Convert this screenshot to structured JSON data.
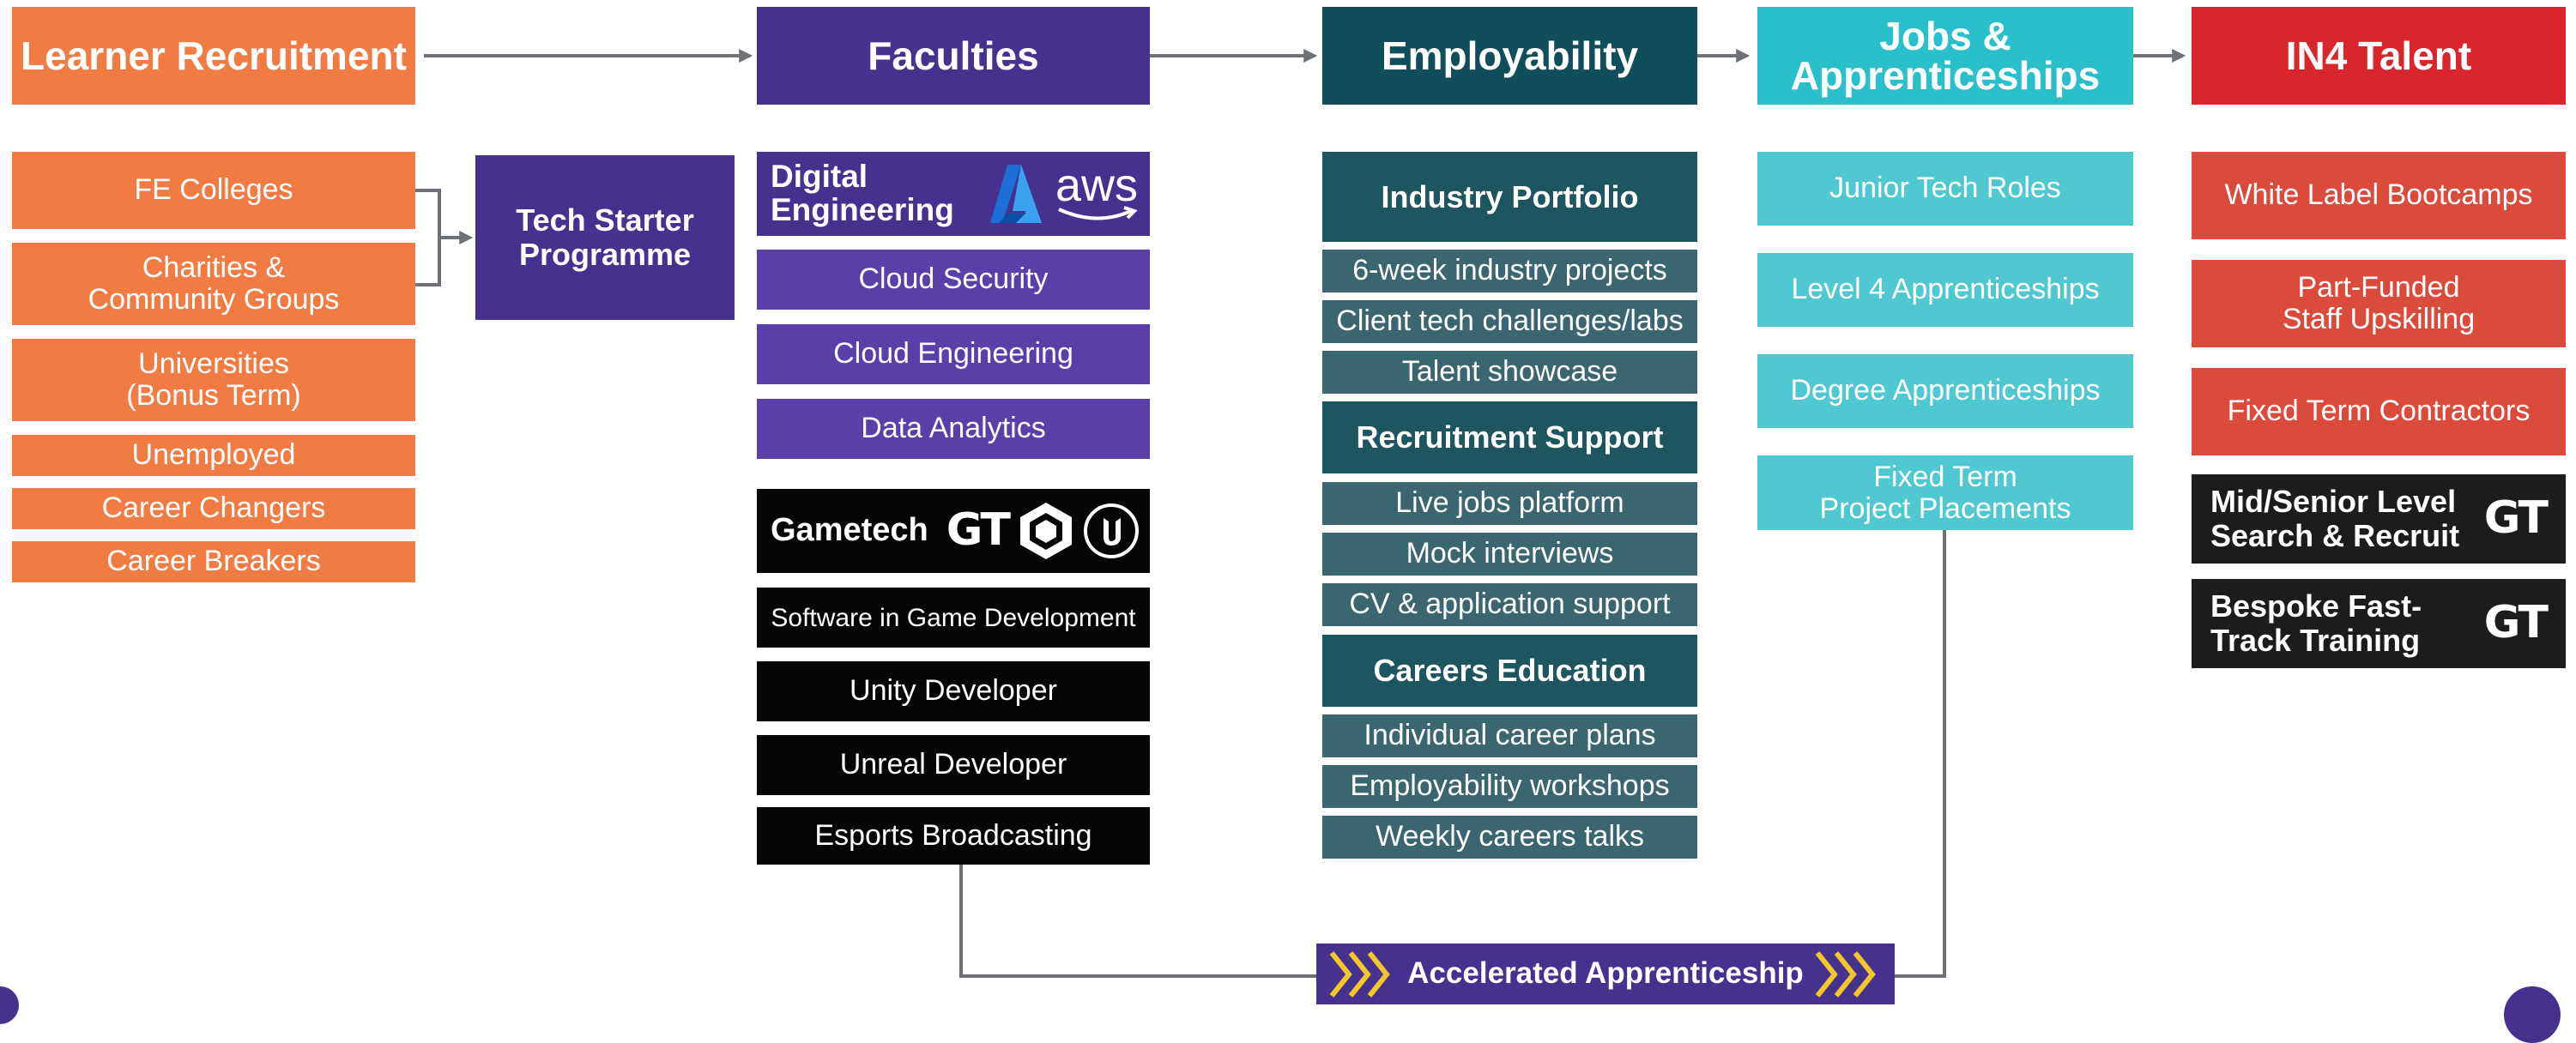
{
  "colors": {
    "orange": "#f07c44",
    "purple_dark": "#46318f",
    "purple_mid": "#5a3fa8",
    "black": "#050505",
    "teal_dark": "#0f4e5a",
    "teal_item": "#3b6570",
    "teal_section": "#1d5660",
    "cyan": "#29bfcb",
    "cyan_item": "#4fc8d1",
    "red": "#d9262c",
    "red_item": "#db4b3b",
    "charcoal": "#1c1c1c",
    "connector": "#6e7277",
    "arrow_yellow": "#f1c82b"
  },
  "headers": {
    "learner_recruitment": "Learner Recruitment",
    "faculties": "Faculties",
    "employability": "Employability",
    "jobs": "Jobs &\nApprenticeships",
    "in4": "IN4 Talent"
  },
  "recruitment_items": [
    "FE Colleges",
    "Charities &\nCommunity Groups",
    "Universities\n(Bonus Term)",
    "Unemployed",
    "Career Changers",
    "Career Breakers"
  ],
  "tech_starter": "Tech Starter\nProgramme",
  "digital_engineering": {
    "title": "Digital\nEngineering",
    "logo_text": "aws",
    "icons": [
      "azure-icon",
      "aws-logo-icon"
    ],
    "items": [
      "Cloud Security",
      "Cloud Engineering",
      "Data Analytics"
    ]
  },
  "gametech": {
    "title": "Gametech",
    "logo_text": "GT",
    "icons": [
      "gametech-logo-icon",
      "unity-icon",
      "unreal-icon"
    ],
    "items": [
      "Software in Game Development",
      "Unity Developer",
      "Unreal Developer",
      "Esports Broadcasting"
    ]
  },
  "employability": {
    "sections": [
      {
        "title": "Industry Portfolio",
        "items": [
          "6-week industry projects",
          "Client tech challenges/labs",
          "Talent showcase"
        ]
      },
      {
        "title": "Recruitment Support",
        "items": [
          "Live jobs platform",
          "Mock interviews",
          "CV & application support"
        ]
      },
      {
        "title": "Careers Education",
        "items": [
          "Individual career plans",
          "Employability workshops",
          "Weekly careers talks"
        ]
      }
    ]
  },
  "jobs_items": [
    "Junior Tech Roles",
    "Level 4 Apprenticeships",
    "Degree Apprenticeships",
    "Fixed Term\nProject Placements"
  ],
  "in4_items": [
    "White Label Bootcamps",
    "Part-Funded\nStaff Upskilling",
    "Fixed Term Contractors"
  ],
  "in4_gt_items": [
    "Mid/Senior Level\nSearch & Recruit",
    "Bespoke Fast-\nTrack Training"
  ],
  "gt_logo_text": "GT",
  "accelerated": {
    "label": "Accelerated Apprenticeship",
    "icons": [
      "chevrons-right-icon",
      "chevrons-right-icon"
    ]
  }
}
